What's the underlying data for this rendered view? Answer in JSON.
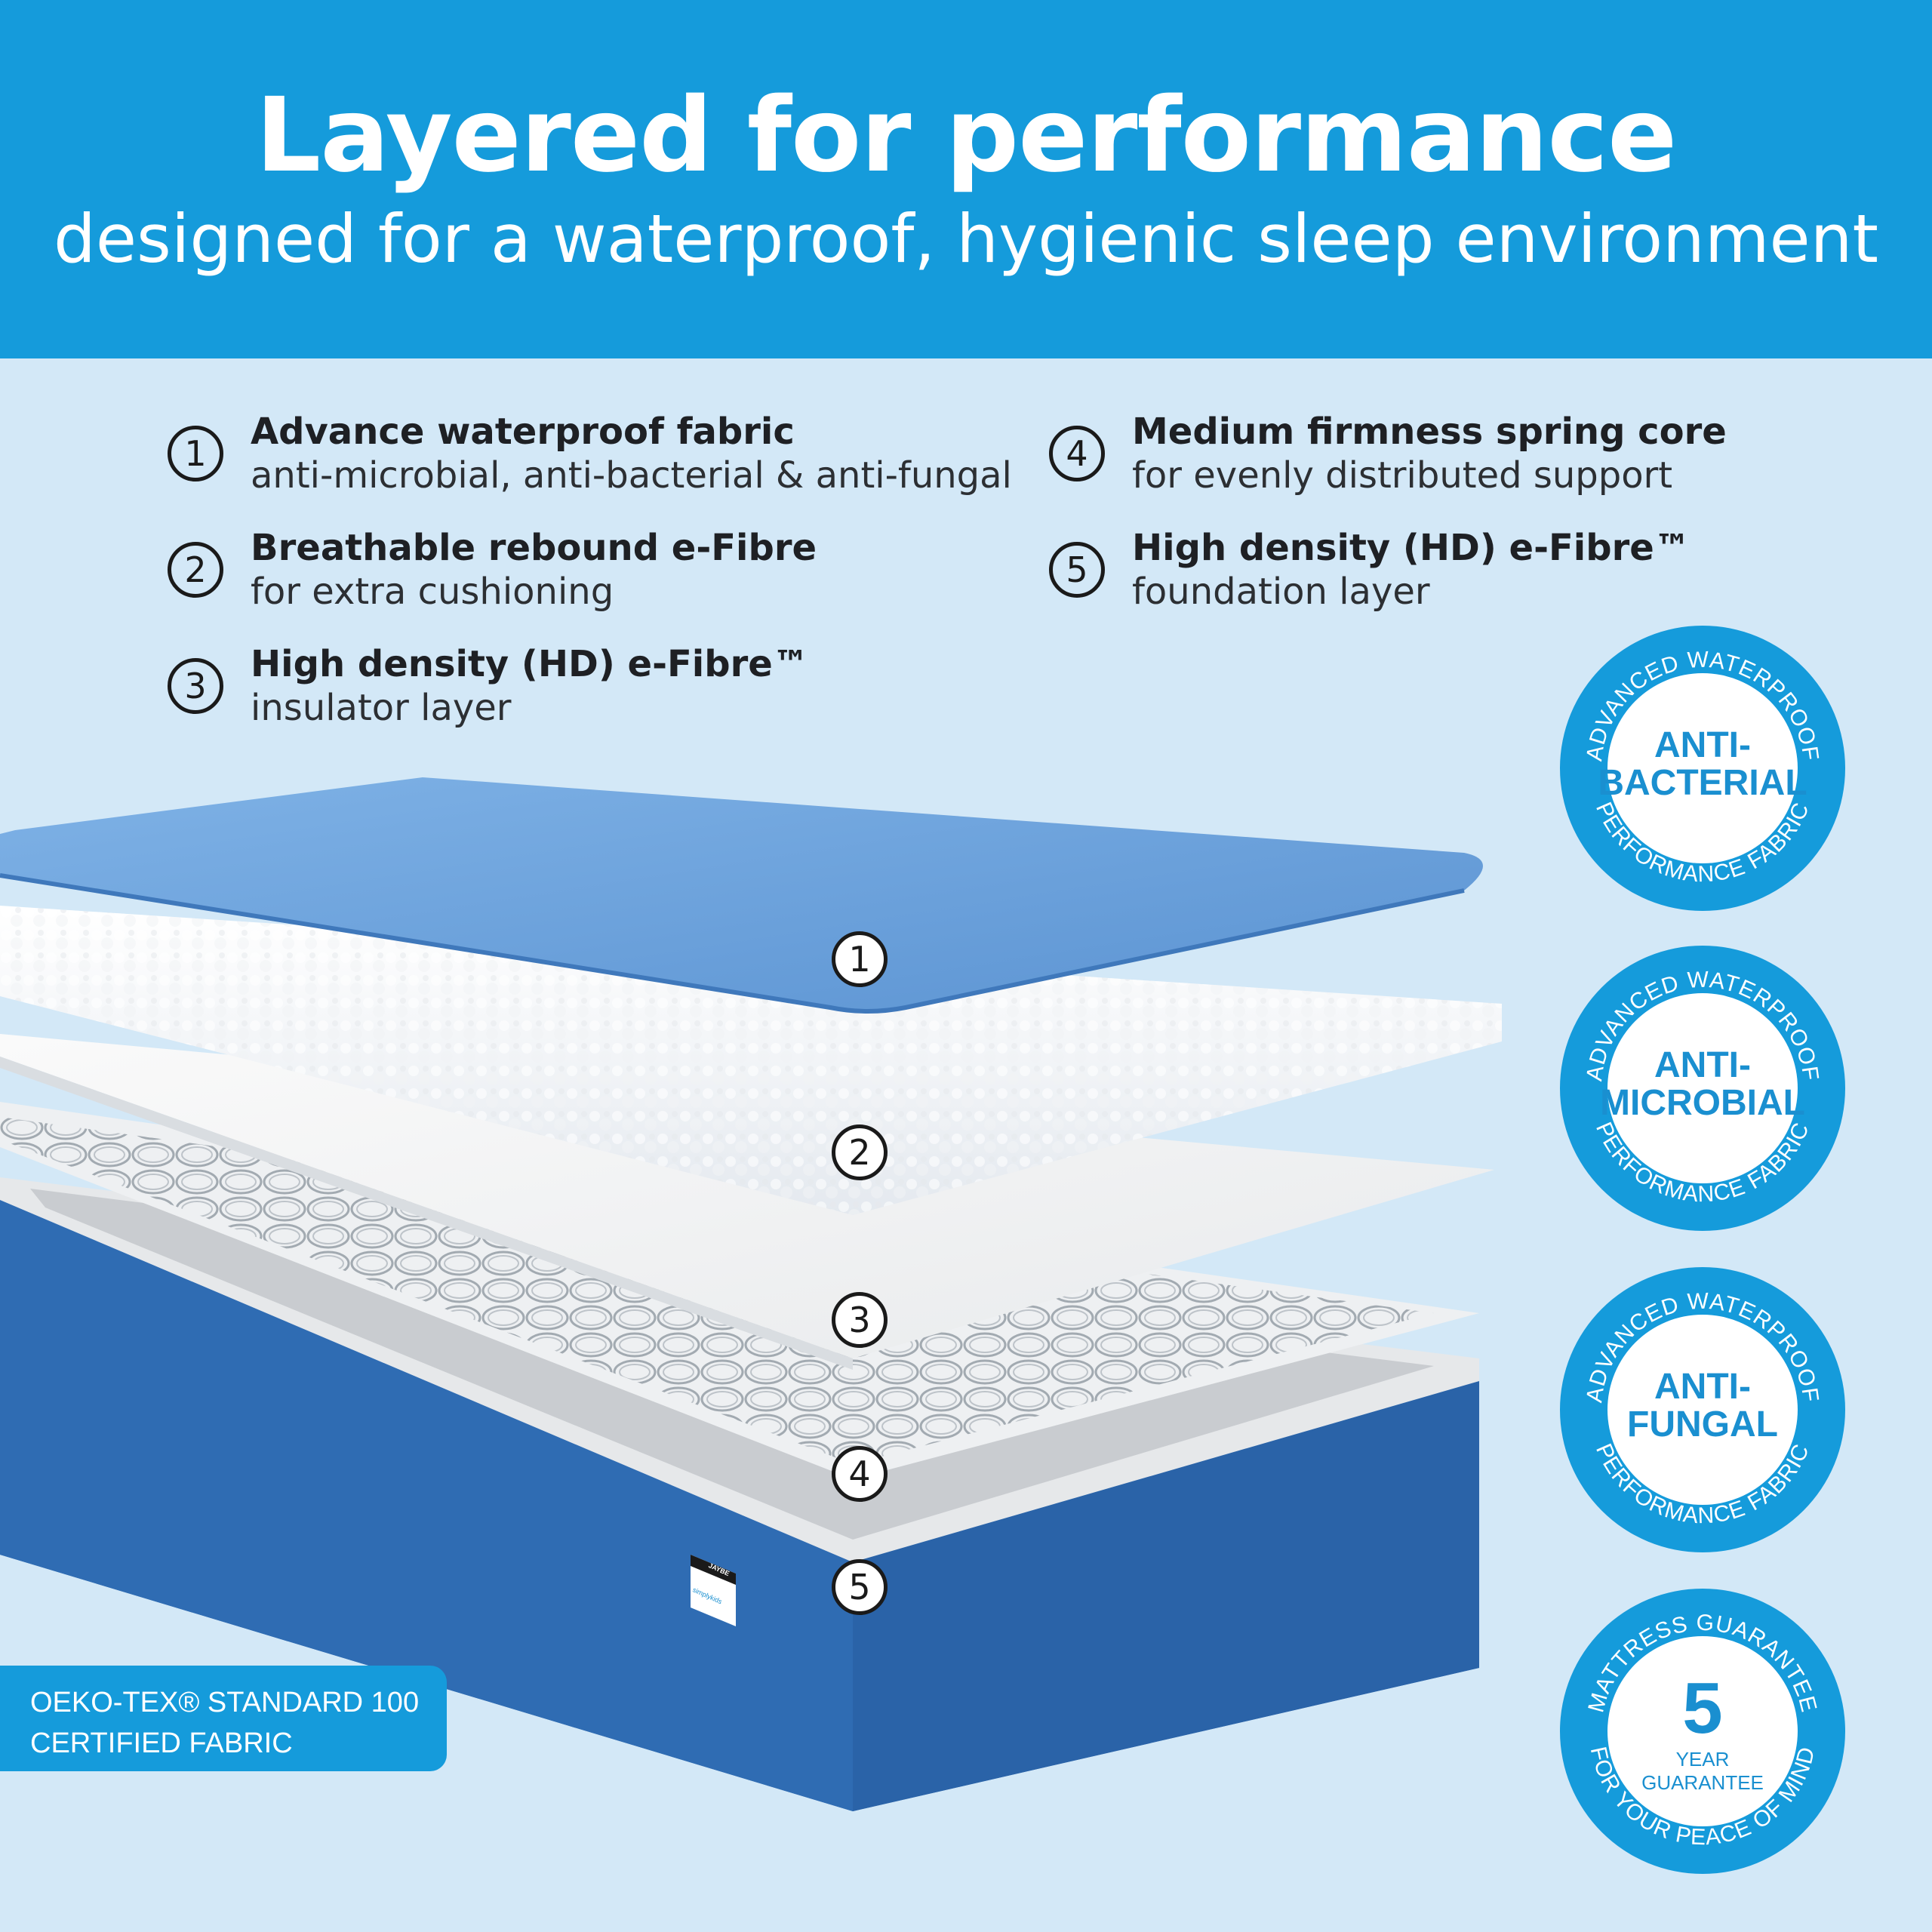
{
  "header": {
    "title": "Layered for performance",
    "subtitle": "designed for a waterproof, hygienic sleep environment"
  },
  "features": [
    {
      "number": "1",
      "title": "Advance waterproof fabric",
      "subtitle": "anti-microbial, anti-bacterial & anti-fungal"
    },
    {
      "number": "2",
      "title": "Breathable rebound e-Fibre",
      "subtitle": "for extra cushioning"
    },
    {
      "number": "3",
      "title": "High density (HD) e-Fibre™",
      "subtitle": "insulator layer"
    },
    {
      "number": "4",
      "title": "Medium firmness spring core",
      "subtitle": "for evenly distributed support"
    },
    {
      "number": "5",
      "title": "High density (HD) e-Fibre™",
      "subtitle": "foundation layer"
    }
  ],
  "layer_markers": [
    "1",
    "2",
    "3",
    "4",
    "5"
  ],
  "mattress_label": {
    "brand": "JAYBE",
    "sub_brand": "simplykids"
  },
  "badges": [
    {
      "ring_top": "ADVANCED WATERPROOF",
      "center_line1": "ANTI-",
      "center_line2": "BACTERIAL",
      "ring_bottom": "PERFORMANCE FABRIC"
    },
    {
      "ring_top": "ADVANCED WATERPROOF",
      "center_line1": "ANTI-",
      "center_line2": "MICROBIAL",
      "ring_bottom": "PERFORMANCE FABRIC"
    },
    {
      "ring_top": "ADVANCED WATERPROOF",
      "center_line1": "ANTI-",
      "center_line2": "FUNGAL",
      "ring_bottom": "PERFORMANCE FABRIC"
    }
  ],
  "guarantee_badge": {
    "ring_top": "MATTRESS GUARANTEE",
    "number": "5",
    "line1": "YEAR",
    "line2": "GUARANTEE",
    "ring_bottom": "FOR YOUR PEACE OF MIND"
  },
  "certification": {
    "line1": "OEKO-TEX® STANDARD 100",
    "line2": "CERTIFIED FABRIC"
  },
  "colors": {
    "brand_blue": "#159bdb",
    "background": "#d3e8f7",
    "mattress_blue": "#2d6fb8",
    "badge_text": "#1a8fd0"
  }
}
